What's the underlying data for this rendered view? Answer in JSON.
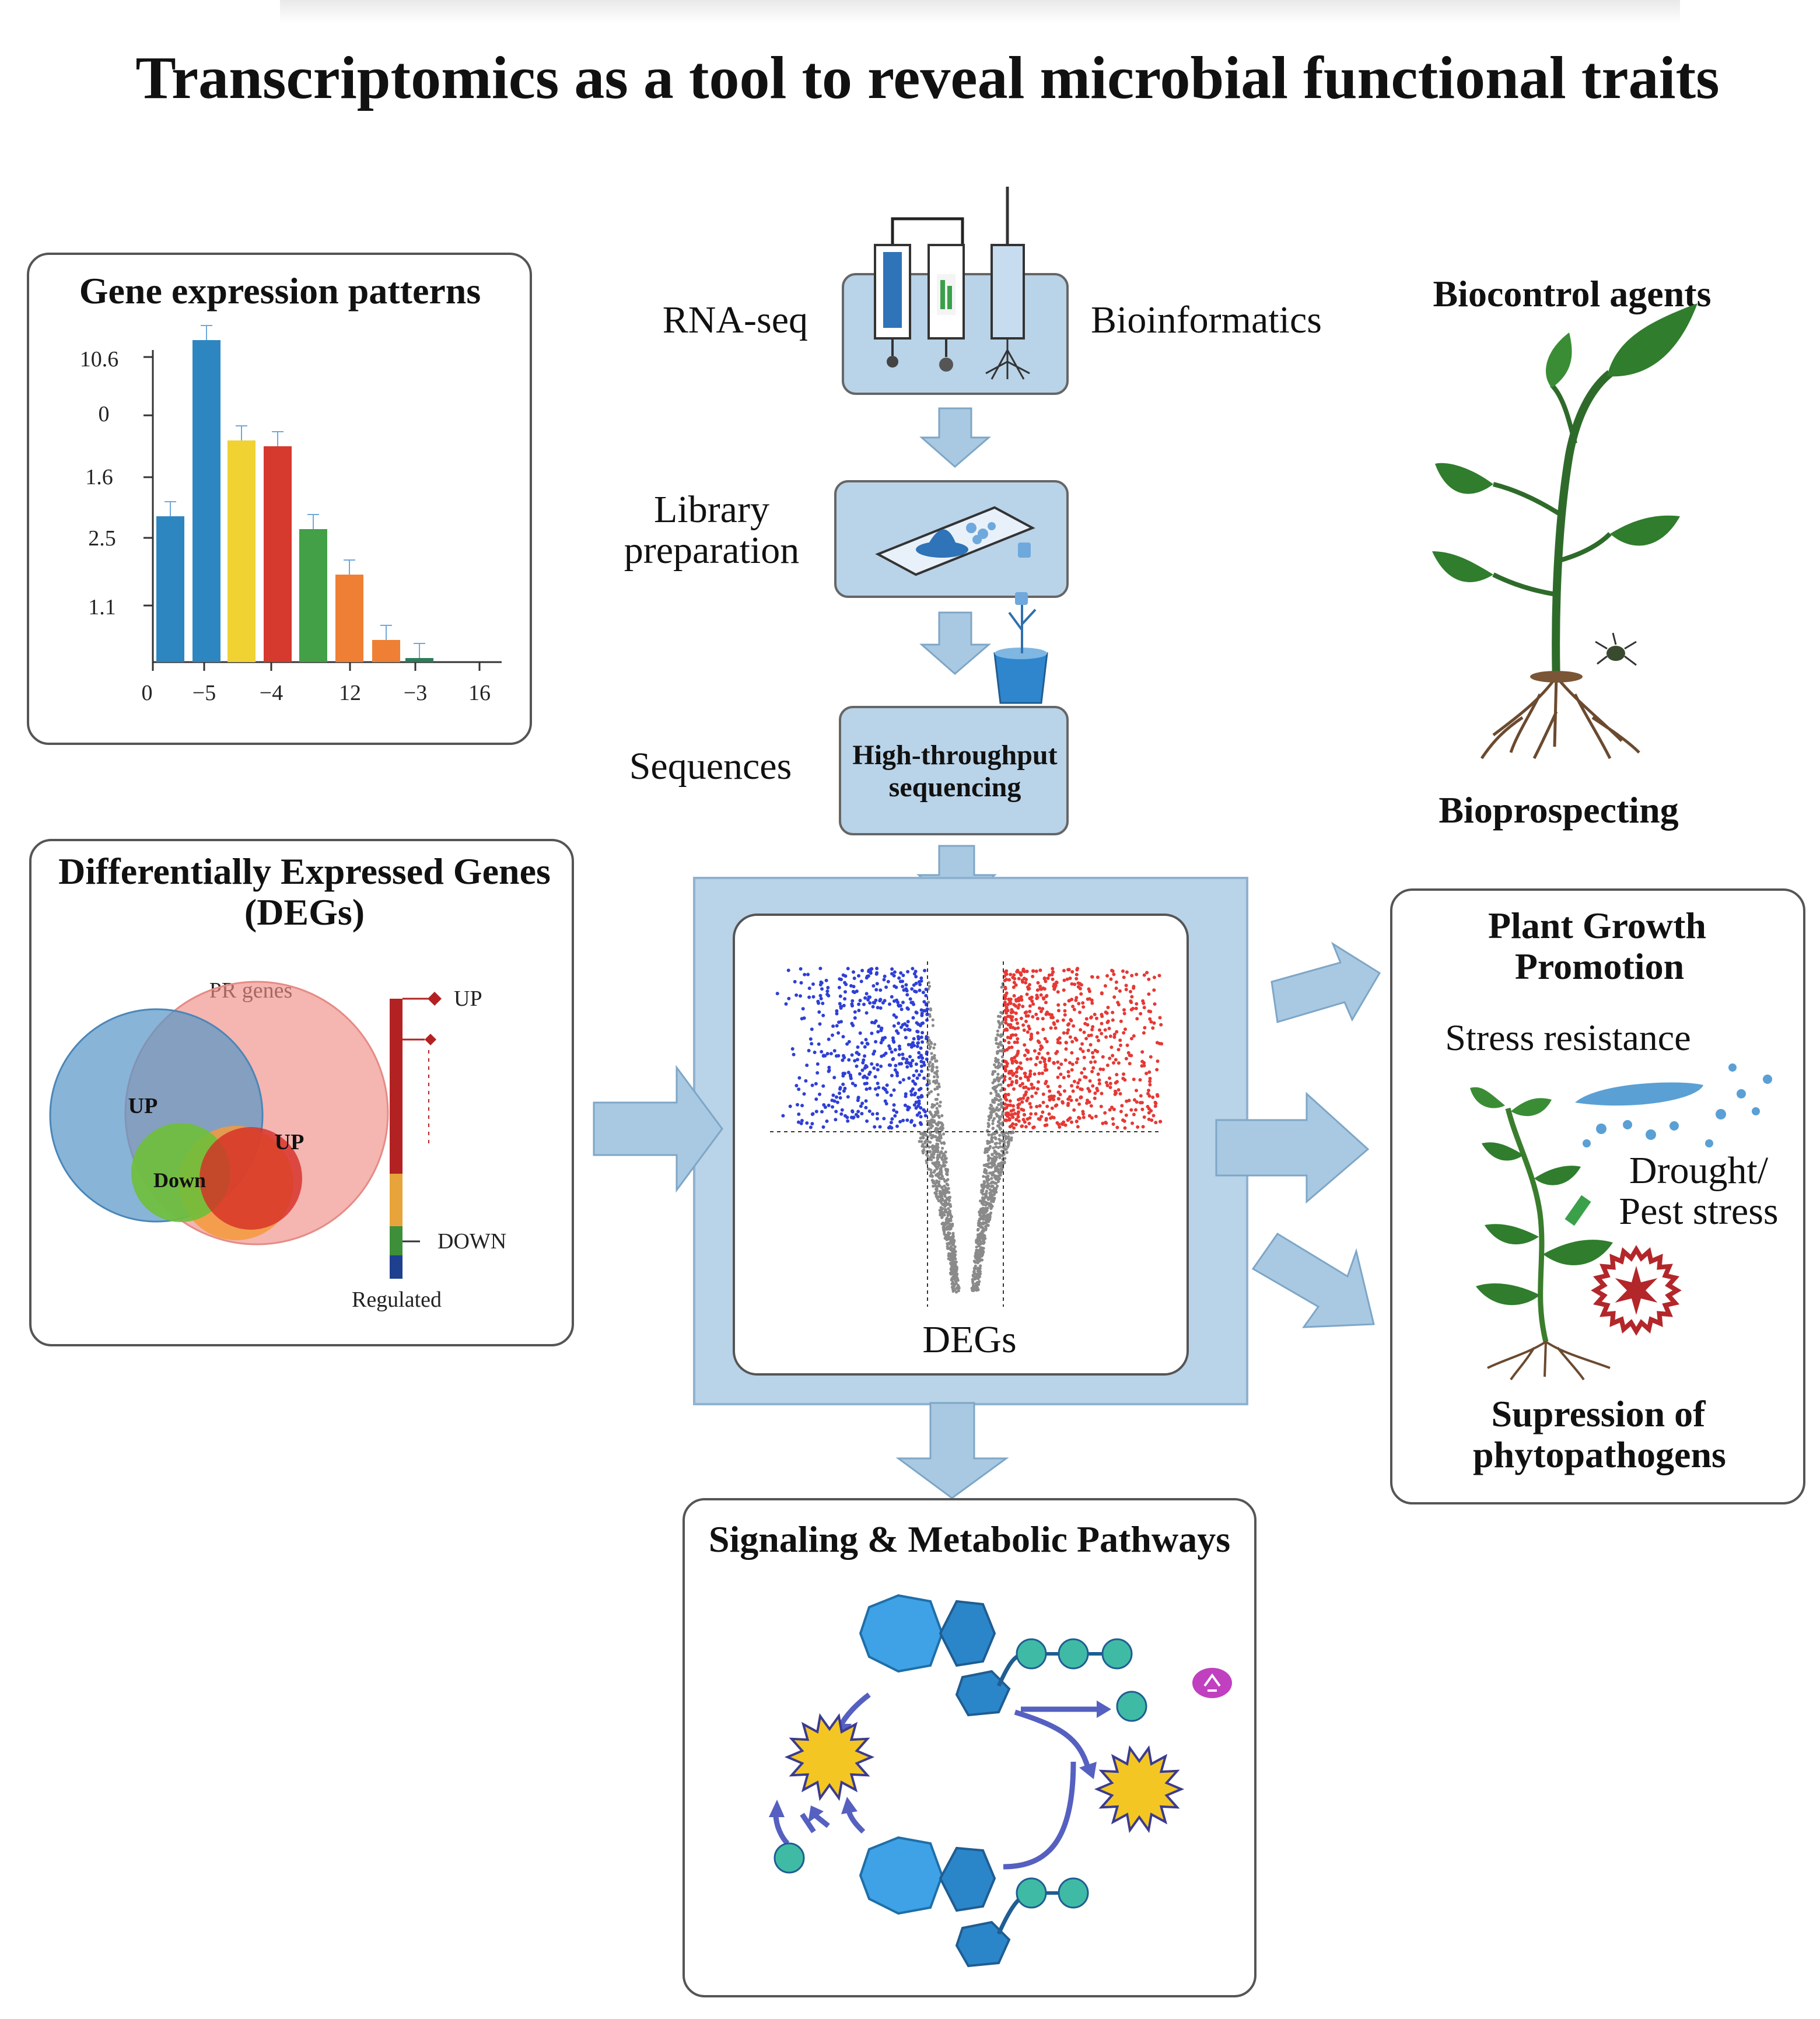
{
  "title": "Transcriptomics as a tool to reveal microbial functional traits",
  "gene_expression": {
    "title": "Gene expression patterns",
    "y_ticks": [
      "10.6",
      "0",
      "1.6",
      "2.5",
      "1.1"
    ],
    "x_ticks": [
      "0",
      "−5",
      "−4",
      "12",
      "−3",
      "16"
    ],
    "bar_colors": [
      "#2e86c1",
      "#2e86c1",
      "#f0d232",
      "#d63a2e",
      "#43a047",
      "#ef7f34",
      "#ef7f34",
      "#2e7d5a"
    ]
  },
  "degs_panel": {
    "title_line1": "Differentially Expressed Genes",
    "title_line2": "(DEGs)",
    "pr_genes": "PR genes",
    "up1": "UP",
    "up2": "UP",
    "down": "Down",
    "legend_up": "UP",
    "legend_down": "DOWN",
    "legend_regulated": "Regulated"
  },
  "pipeline": {
    "rna_seq": "RNA-seq",
    "bioinformatics": "Bioinformatics",
    "library_line1": "Library",
    "library_line2": "preparation",
    "sequences": "Sequences",
    "hts_line1": "High-throughput",
    "hts_line2": "sequencing",
    "degs_label": "DEGs"
  },
  "right": {
    "biocontrol": "Biocontrol agents",
    "bioprospecting": "Bioprospecting",
    "pgp_line1": "Plant Growth",
    "pgp_line2": "Promotion",
    "stress_resistance": "Stress resistance",
    "drought_line1": "Drought/",
    "drought_line2": "Pest stress",
    "supp_line1": "Supression of",
    "supp_line2": "phytopathogens"
  },
  "pathways": {
    "title": "Signaling & Metabolic Pathways"
  },
  "colors": {
    "panel_blue": "#b9d3e8",
    "arrow_blue": "#a9c9e3",
    "up_red": "#e53935",
    "down_blue": "#2f3fd6",
    "ns_grey": "#8a8a8a"
  }
}
